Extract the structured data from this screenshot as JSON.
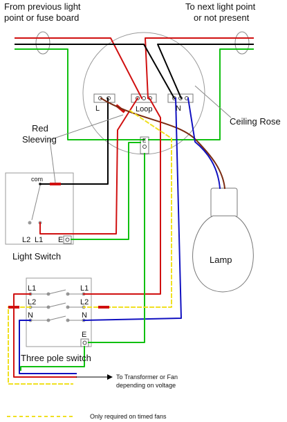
{
  "labels": {
    "from_previous": [
      "From previous light",
      "point or fuse board"
    ],
    "to_next": [
      "To next light point",
      "or not present"
    ],
    "ceiling_rose": "Ceiling Rose",
    "red_sleeving": [
      "Red",
      "Sleeving"
    ],
    "light_switch": "Light Switch",
    "lamp": "Lamp",
    "three_pole_switch": "Three pole switch",
    "to_transformer": [
      "To Transformer or Fan",
      "depending on voltage"
    ],
    "only_required": "Only required on timed fans"
  },
  "terminals": {
    "rose_l": "L",
    "rose_loop": "Loop",
    "rose_n": "N",
    "rose_e": "E",
    "switch_com": "com",
    "switch_l2": "L2",
    "switch_l1": "L1",
    "switch_e": "E",
    "tp_l1_left": "L1",
    "tp_l2_left": "L2",
    "tp_n_left": "N",
    "tp_l1_right": "L1",
    "tp_l2_right": "L2",
    "tp_n_right": "N",
    "tp_e": "E"
  },
  "colors": {
    "live": "#d01010",
    "switched": "#d01010",
    "neutral_black": "#000000",
    "neutral_blue": "#1010c0",
    "earth": "#10c010",
    "flex_brown": "#7a2a10",
    "timed_dashed": "#f0e020"
  }
}
